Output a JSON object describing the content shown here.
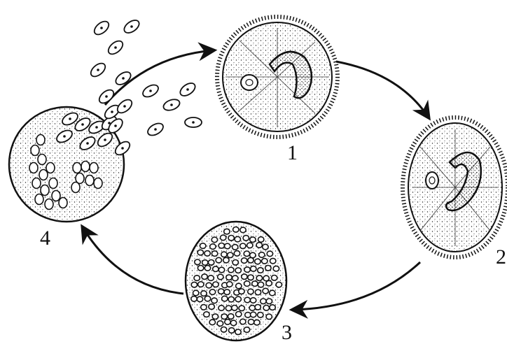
{
  "diagram": {
    "stages": [
      {
        "label": "1"
      },
      {
        "label": "2"
      },
      {
        "label": "3"
      },
      {
        "label": "4"
      }
    ],
    "colors": {
      "ink": "#111111",
      "paper": "#ffffff"
    }
  }
}
